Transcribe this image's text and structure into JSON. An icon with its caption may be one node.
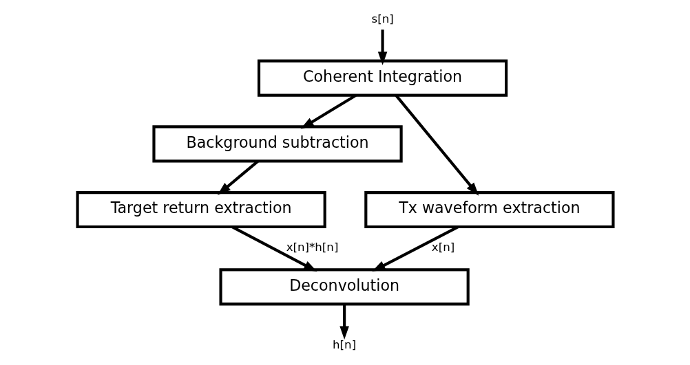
{
  "diagram": {
    "nodes": [
      {
        "text": [
          "s[n]"
        ]
      },
      {
        "text": [
          "Coherent Integration"
        ]
      },
      {
        "text": [
          "Background subtraction"
        ]
      },
      {
        "text": [
          "Target return extraction"
        ]
      },
      {
        "text": [
          "Tx waveform extraction"
        ]
      },
      {
        "text": [
          "Deconvolution"
        ]
      },
      {
        "text": [
          "h[n]"
        ]
      }
    ],
    "edges": [
      {
        "from": 0,
        "to": 1,
        "arrow": "to"
      },
      {
        "from": 1,
        "to": 2,
        "arrow": "to"
      },
      {
        "from": 1,
        "to": 4,
        "arrow": "to"
      },
      {
        "from": 2,
        "to": 3,
        "arrow": "to"
      },
      {
        "from": 3,
        "to": 5,
        "arrow": "to",
        "label": "x[n]*h[n]"
      },
      {
        "from": 4,
        "to": 5,
        "arrow": "to",
        "label": "x[n]"
      },
      {
        "from": 5,
        "to": 6,
        "arrow": "to"
      }
    ]
  }
}
